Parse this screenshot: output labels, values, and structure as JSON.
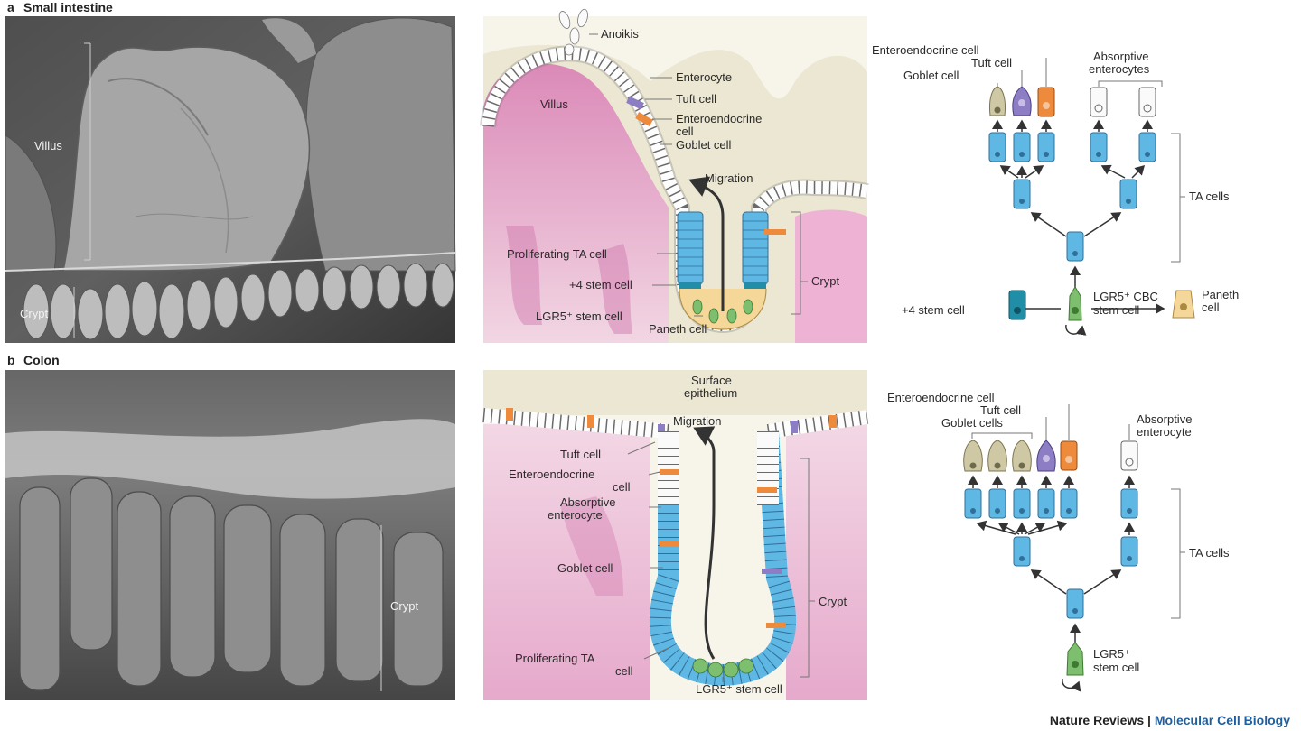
{
  "panel_a": {
    "letter": "a",
    "title": "Small intestine",
    "micrograph_labels": {
      "villus": "Villus",
      "crypt": "Crypt"
    },
    "diagram_labels": {
      "anoikis": "Anoikis",
      "villus": "Villus",
      "enterocyte": "Enterocyte",
      "tuft_cell": "Tuft cell",
      "enteroendocrine_1": "Enteroendocrine",
      "enteroendocrine_2": "cell",
      "goblet_cell": "Goblet cell",
      "migration": "Migration",
      "proliferating_ta": "Proliferating TA cell",
      "plus4_stem": "+4 stem cell",
      "lgr5_stem": "LGR5⁺ stem cell",
      "paneth": "Paneth cell",
      "crypt": "Crypt"
    },
    "lineage_labels": {
      "enteroendocrine": "Enteroendocrine cell",
      "tuft": "Tuft cell",
      "goblet": "Goblet cell",
      "absorptive_1": "Absorptive",
      "absorptive_2": "enterocytes",
      "ta_cells": "TA cells",
      "plus4": "+4 stem cell",
      "lgr5_cbc_1": "LGR5⁺ CBC",
      "lgr5_cbc_2": "stem cell",
      "paneth_1": "Paneth",
      "paneth_2": "cell"
    }
  },
  "panel_b": {
    "letter": "b",
    "title": "Colon",
    "micrograph_labels": {
      "crypt": "Crypt"
    },
    "diagram_labels": {
      "surface_1": "Surface",
      "surface_2": "epithelium",
      "migration": "Migration",
      "tuft_cell": "Tuft cell",
      "enteroendocrine_1": "Enteroendocrine",
      "enteroendocrine_2": "cell",
      "absorptive_1": "Absorptive",
      "absorptive_2": "enterocyte",
      "goblet_cell": "Goblet cell",
      "proliferating_1": "Proliferating TA",
      "proliferating_2": "cell",
      "lgr5_stem": "LGR5⁺ stem cell",
      "crypt": "Crypt"
    },
    "lineage_labels": {
      "enteroendocrine": "Enteroendocrine cell",
      "tuft": "Tuft cell",
      "goblet": "Goblet cells",
      "absorptive_1": "Absorptive",
      "absorptive_2": "enterocyte",
      "ta_cells": "TA cells",
      "lgr5_1": "LGR5⁺",
      "lgr5_2": "stem cell"
    }
  },
  "footer": {
    "source": "Nature Reviews",
    "separator": " | ",
    "journal": "Molecular Cell Biology"
  },
  "colors": {
    "ta_blue": "#5fb8e4",
    "paneth_yellow": "#f6d79a",
    "lgr5_green": "#7dbf6e",
    "plus4_teal": "#1f8ea6",
    "tuft_purple": "#8d7dc4",
    "enteroendocrine_orange": "#ee8a3c",
    "goblet_khaki": "#cfc8a4",
    "tissue_pink": "#e7a6cc",
    "mucosa_beige": "#ece7d3"
  }
}
